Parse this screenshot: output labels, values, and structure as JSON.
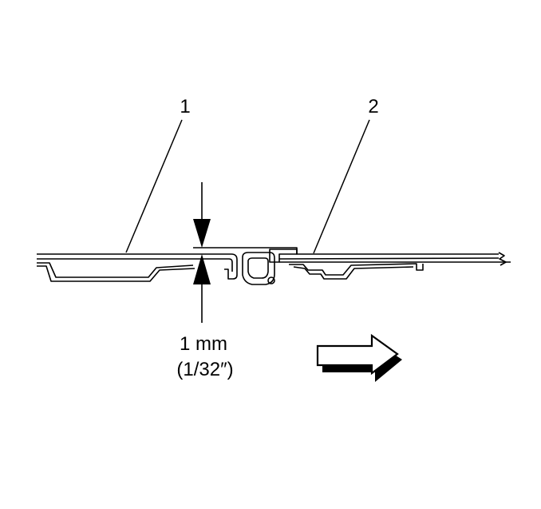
{
  "callouts": [
    {
      "label": "1"
    },
    {
      "label": "2"
    }
  ],
  "dimension": {
    "metric": "1 mm",
    "imperial": "(1/32″)"
  },
  "colors": {
    "line": "#000000",
    "background": "#ffffff",
    "arrow_fill": "#ffffff",
    "arrow_shadow": "#000000"
  },
  "icons": {
    "direction_arrow": "right-arrow-icon"
  }
}
